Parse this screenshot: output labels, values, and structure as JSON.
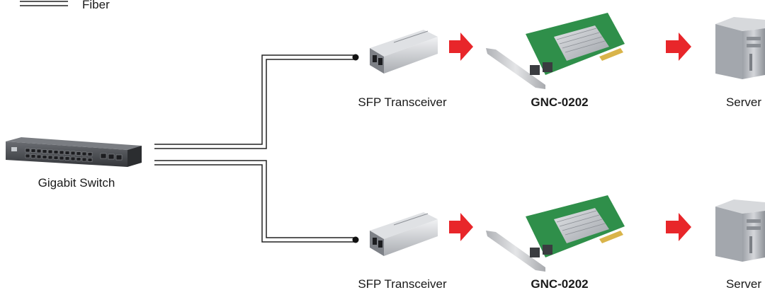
{
  "legend": {
    "fiber_label": "Fiber"
  },
  "switch": {
    "label": "Gigabit Switch"
  },
  "rows": [
    {
      "transceiver_label": "SFP Transceiver",
      "nic_label": "GNC-0202",
      "server_label": "Server"
    },
    {
      "transceiver_label": "SFP Transceiver",
      "nic_label": "GNC-0202",
      "server_label": "Server"
    }
  ],
  "colors": {
    "arrow": "#e8262a",
    "fiber_line": "#222222",
    "pcb": "#2f8f4a",
    "bracket": "#c9cacc",
    "switch_body": "#4a4d52",
    "server_body": "#b9bcc1"
  }
}
